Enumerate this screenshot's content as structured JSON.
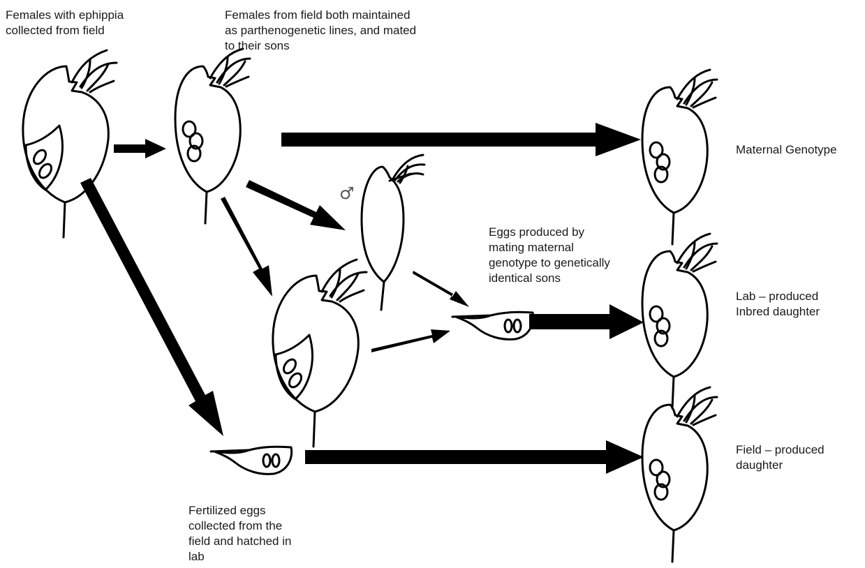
{
  "labels": {
    "field_females": "Females with ephippia\ncollected from field",
    "field_females_maintained": "Females from field both maintained\nas parthenogenetic lines, and mated\nto their sons",
    "maternal_genotype": "Maternal Genotype",
    "eggs_produced": "Eggs produced by\nmating maternal\ngenotype to genetically\nidentical sons",
    "lab_inbred": "Lab – produced\nInbred daughter",
    "field_daughter": "Field – produced\ndaughter",
    "fertilized_eggs": "Fertilized eggs\ncollected from the\nfield and hatched in\nlab"
  },
  "symbols": {
    "male": "♂"
  },
  "colors": {
    "ink": "#000000",
    "text": "#1a1a1a",
    "male_symbol": "#555555",
    "background": "#ffffff"
  }
}
